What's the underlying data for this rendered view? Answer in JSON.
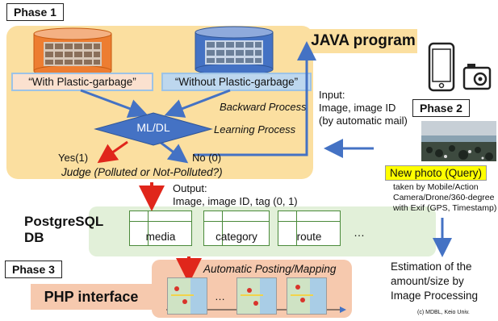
{
  "phases": {
    "p1": "Phase 1",
    "p2": "Phase 2",
    "p3": "Phase 3"
  },
  "java_program": "JAVA program",
  "dataset_with": "“With Plastic-garbage”",
  "dataset_without": "“Without Plastic-garbage”",
  "backward_process": "Backward Process",
  "ml_dl": "ML/DL",
  "learning_process": "Learning Process",
  "yes_label": "Yes(1)",
  "no_label": "No (0)",
  "judge": "Judge (Polluted or Not-Polluted?)",
  "input": {
    "line1": "Input:",
    "line2": "Image, image ID",
    "line3": "(by automatic mail)"
  },
  "output": {
    "line1": "Output:",
    "line2": "Image, image ID, tag (0, 1)"
  },
  "db": {
    "line1": "PostgreSQL",
    "line2": "DB",
    "tables": [
      "media",
      "category",
      "route"
    ],
    "more": "…"
  },
  "new_photo": "New photo (Query)",
  "photo_desc": [
    "taken by Mobile/Action",
    "Camera/Drone/360-degree",
    "with Exif (GPS, Timestamp)"
  ],
  "estimation": [
    "Estimation of the",
    "amount/size by",
    "Image Processing"
  ],
  "auto_posting": "Automatic Posting/Mapping",
  "php_interface": "PHP interface",
  "map_ellipsis": "…",
  "copyright": "(c) MDBL, Keio Univ.",
  "colors": {
    "panel_orange": "#fbdfa0",
    "arrow_blue": "#4472c4",
    "arrow_red": "#e0261b",
    "db_green": "#e2f0d9",
    "php_peach": "#f6c9ae",
    "note_yellow": "#ffff00"
  },
  "icons": [
    "database-cylinder-icon",
    "smartphone-icon",
    "action-camera-icon"
  ]
}
